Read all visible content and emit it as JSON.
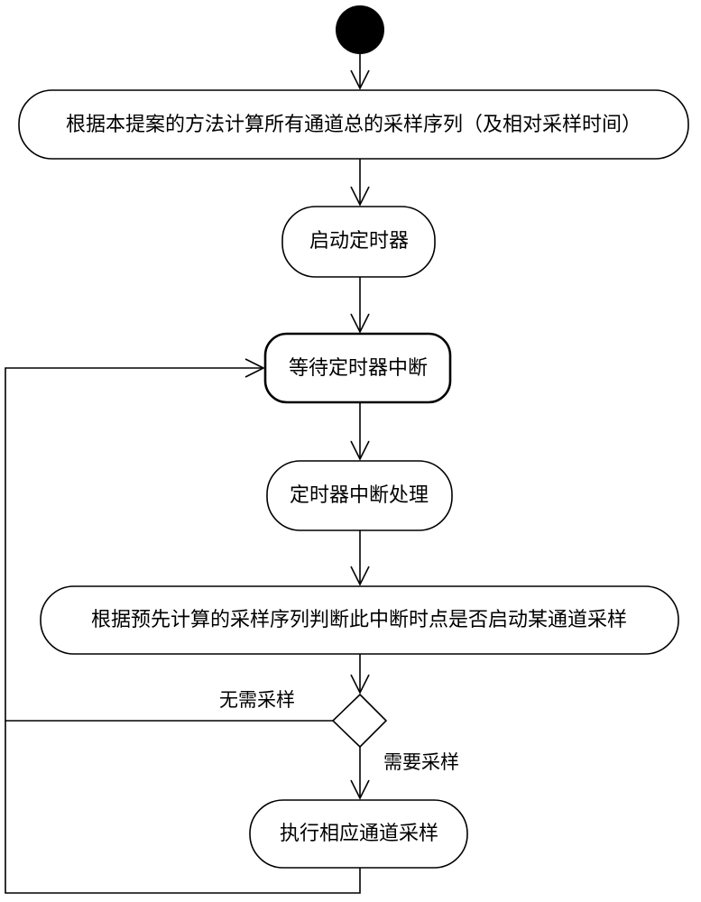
{
  "diagram": {
    "nodes": {
      "compute_sequence": "根据本提案的方法计算所有通道总的采样序列（及相对采样时间）",
      "start_timer": "启动定时器",
      "wait_interrupt": "等待定时器中断",
      "handle_interrupt": "定时器中断处理",
      "decide_sampling": "根据预先计算的采样序列判断此中断时点是否启动某通道采样",
      "execute_sampling": "执行相应通道采样"
    },
    "guards": {
      "no_sampling": "无需采样",
      "needs_sampling": "需要采样"
    }
  }
}
